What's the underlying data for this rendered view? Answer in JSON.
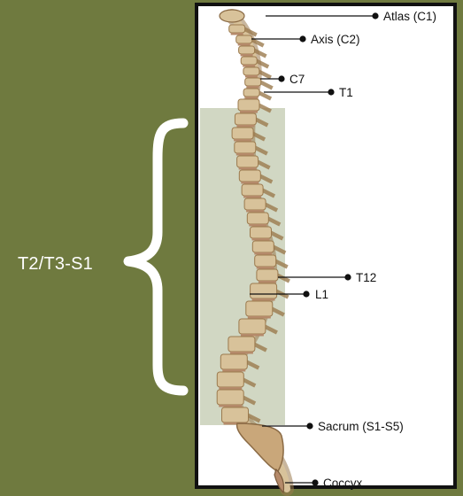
{
  "colors": {
    "background": "#6f7a3f",
    "panel": "#ffffff",
    "frame": "#111111",
    "highlight": "#c9d0b8",
    "brace": "#ffffff",
    "bone": "#d8c29a",
    "bone_dark": "#9b7a4e",
    "disc": "#b58a6a",
    "pointer": "#111111"
  },
  "bracket_label": "T2/T3-S1",
  "labels": {
    "atlas": "Atlas (C1)",
    "axis": "Axis (C2)",
    "c7": "C7",
    "t1": "T1",
    "t12": "T12",
    "l1": "L1",
    "sacrum": "Sacrum (S1-S5)",
    "coccyx": "Coccyx"
  },
  "icons": {
    "brace": "curly-brace-icon",
    "spine": "spine-illustration"
  }
}
